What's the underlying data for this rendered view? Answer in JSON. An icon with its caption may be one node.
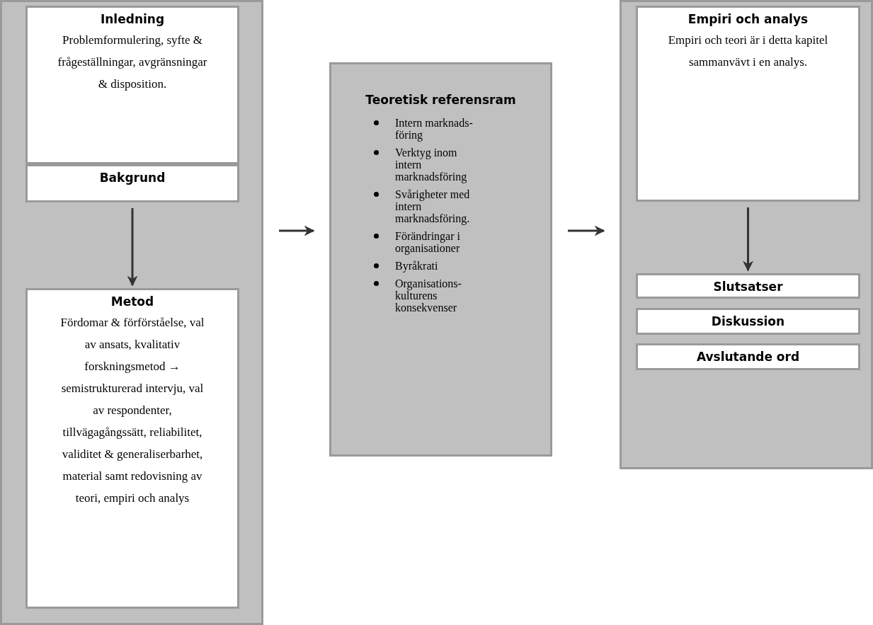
{
  "diagram": {
    "nodes": [
      {
        "text": [],
        "shape": "box"
      },
      {
        "text": [
          "Inledning",
          "Problemformulering, syfte & frågeställningar, avgränsningar & disposition."
        ],
        "in": 0
      },
      {
        "text": [
          "Bakgrund"
        ],
        "in": 0
      },
      {
        "text": [
          "Metod",
          "Fördomar & förförståelse, val av ansats, kvalitativ forskningsmetod → semistrukturerad intervju, val av respondenter, tillvägagångssätt, reliabilitet, validitet & generaliserbarhet, material samt redovisning av teori, empiri och analys"
        ],
        "in": 0
      },
      {
        "text": [
          "Teoretisk referensram",
          "Intern marknads-föring",
          "Verktyg inom intern marknadsföring",
          "Svårigheter med intern marknadsföring.",
          "Förändringar i organisationer",
          "Byråkrati",
          "Organisations-kulturens konsekvenser"
        ]
      },
      {
        "text": [],
        "shape": "box"
      },
      {
        "text": [
          "Empiri och analys",
          "Empiri och teori är i detta kapitel sammanvävt i en analys."
        ],
        "in": 5
      },
      {
        "text": [
          "Slutsatser"
        ],
        "in": 5
      },
      {
        "text": [
          "Diskussion"
        ],
        "in": 5
      },
      {
        "text": [
          "Avslutande ord"
        ],
        "in": 5
      }
    ],
    "edges": [
      {
        "from": 2,
        "to": 3,
        "arrow": "to"
      },
      {
        "from": 0,
        "to": 4,
        "arrow": "to"
      },
      {
        "from": 4,
        "to": 5,
        "arrow": "to"
      },
      {
        "from": 6,
        "to": 7,
        "arrow": "to"
      }
    ]
  }
}
